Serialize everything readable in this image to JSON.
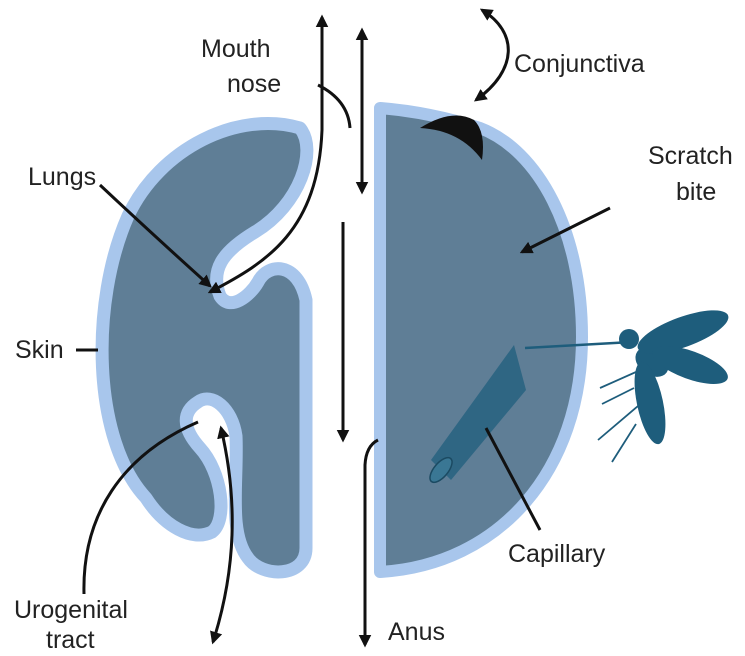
{
  "labels": {
    "mouth": "Mouth",
    "nose": "nose",
    "conjunctiva": "Conjunctiva",
    "scratch": "Scratch",
    "bite": "bite",
    "lungs": "Lungs",
    "skin": "Skin",
    "capillary": "Capillary",
    "urogenital": "Urogenital",
    "tract": "tract",
    "anus": "Anus"
  },
  "colors": {
    "body_fill": "#5f7e96",
    "skin_outline": "#a8c6ec",
    "arrow": "#111111",
    "conjunctiva_cap": "#111111",
    "capillary": "#2f6683",
    "mosquito": "#1e5d7c",
    "background": "#ffffff"
  }
}
